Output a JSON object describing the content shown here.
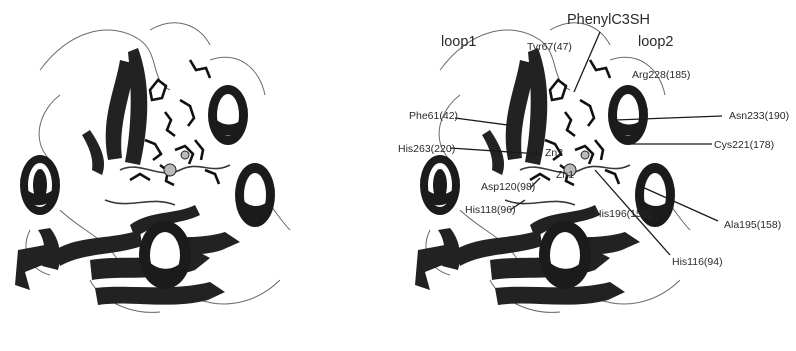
{
  "labels": {
    "phenyl": "PhenylC3SH",
    "loop1": "loop1",
    "loop2": "loop2",
    "tyr67": "Tyr67(47)",
    "arg228": "Arg228(185)",
    "phe61": "Phe61(42)",
    "asn233": "Asn233(190)",
    "his263": "His263(220)",
    "zn2": "Zn2",
    "cys221": "Cys221(178)",
    "zn1": "Zn1",
    "asp120": "Asp120(98)",
    "his118": "His118(96)",
    "his196": "His196(159)",
    "ala195": "Ala195(158)",
    "his116": "His116(94)"
  }
}
